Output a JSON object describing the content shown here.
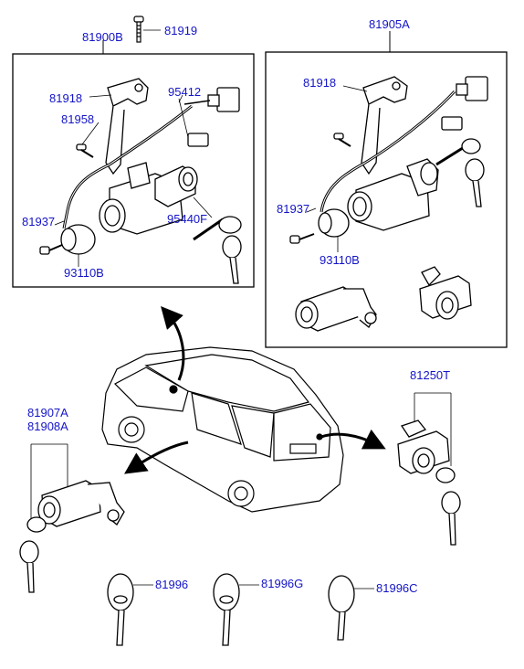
{
  "colors": {
    "callout": "#1414c8",
    "line": "#000000",
    "fill": "#ffffff"
  },
  "callouts": {
    "p81900B": "81900B",
    "p81919": "81919",
    "p81918_a": "81918",
    "p95412": "95412",
    "p81958": "81958",
    "p81937_a": "81937",
    "p95440F": "95440F",
    "p93110B_a": "93110B",
    "p81905A": "81905A",
    "p81918_b": "81918",
    "p81937_b": "81937",
    "p93110B_b": "93110B",
    "p81250T": "81250T",
    "p81907A": "81907A",
    "p81908A": "81908A",
    "p81996": "81996",
    "p81996G": "81996G",
    "p81996C": "81996C"
  }
}
